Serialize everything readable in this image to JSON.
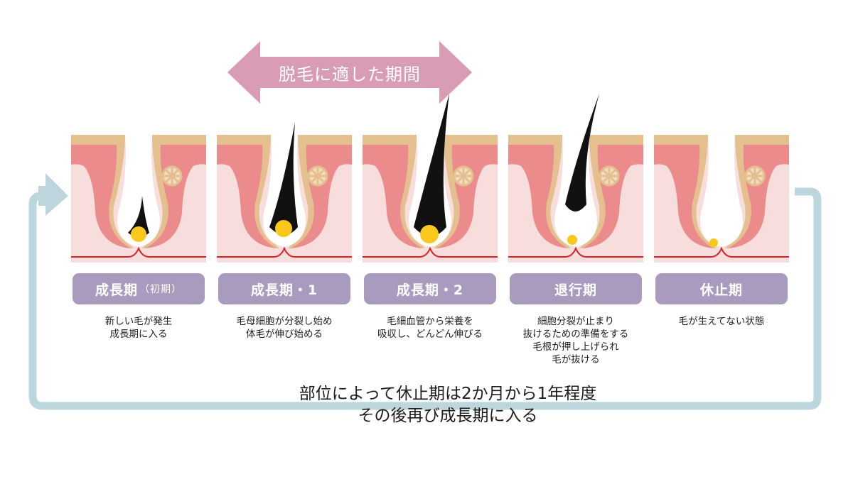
{
  "banner": {
    "text": "脱毛に適した期間"
  },
  "stages": [
    {
      "label": "成長期",
      "label_sub": "（初期）",
      "desc": [
        "新しい毛が発生",
        "成長期に入る"
      ]
    },
    {
      "label": "成長期・1",
      "label_sub": "",
      "desc": [
        "毛母細胞が分裂し始め",
        "体毛が伸び始める"
      ]
    },
    {
      "label": "成長期・2",
      "label_sub": "",
      "desc": [
        "毛細血管から栄養を",
        "吸収し、どんどん伸びる"
      ]
    },
    {
      "label": "退行期",
      "label_sub": "",
      "desc": [
        "細胞分裂が止まり",
        "抜けるための準備をする",
        "毛根が押し上げられ",
        "毛が抜ける"
      ]
    },
    {
      "label": "休止期",
      "label_sub": "",
      "desc": [
        "毛が生えてない状態"
      ]
    }
  ],
  "footer": {
    "line1": "部位によって休止期は2か月から1年程度",
    "line2": "その後再び成長期に入る"
  },
  "colors": {
    "dermis": "#f7dedd",
    "outer_skin": "#e4c08e",
    "inner_layer": "#ec8b8c",
    "hair": "#111111",
    "papilla": "#f8c81d",
    "vessel": "#d6202a",
    "label_bg": "#a99bbd",
    "banner_arrow": "#d89cb5",
    "cycle_arrow": "#bdd5dc"
  },
  "icons": {
    "sebaceous": "sebaceous-gland-icon",
    "cycle": "cycle-arrow-icon"
  }
}
